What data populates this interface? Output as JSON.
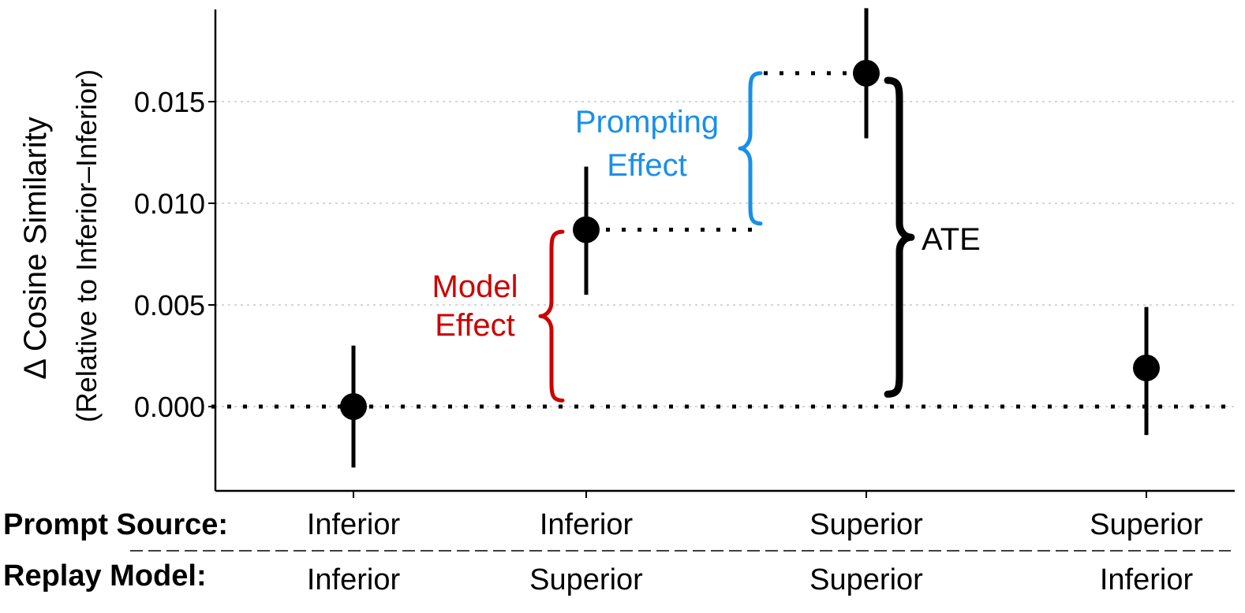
{
  "chart_data": {
    "type": "scatter",
    "ylabel": "Δ Cosine Similarity",
    "ylabel_sub": "(Relative to Inferior–Inferior)",
    "ylim": [
      -0.0041,
      0.0194
    ],
    "yticks": [
      0,
      0.005,
      0.01,
      0.015
    ],
    "ytick_labels": [
      "0.000",
      "0.005",
      "0.010",
      "0.015"
    ],
    "grid": "horizontal dotted",
    "row_labels": {
      "prompt_source": "Prompt Source:",
      "replay_model": "Replay Model:"
    },
    "points": [
      {
        "prompt_source": "Inferior",
        "replay_model": "Inferior",
        "y": 0.0,
        "ci_low": -0.003,
        "ci_high": 0.003
      },
      {
        "prompt_source": "Inferior",
        "replay_model": "Superior",
        "y": 0.0087,
        "ci_low": 0.0055,
        "ci_high": 0.0118
      },
      {
        "prompt_source": "Superior",
        "replay_model": "Superior",
        "y": 0.0164,
        "ci_low": 0.0132,
        "ci_high": 0.0196
      },
      {
        "prompt_source": "Superior",
        "replay_model": "Inferior",
        "y": 0.0019,
        "ci_low": -0.0014,
        "ci_high": 0.0049
      }
    ],
    "annotations": [
      {
        "label_lines": [
          "Model",
          "Effect"
        ],
        "color": "#cc0000",
        "from": 0.0003,
        "to": 0.0086
      },
      {
        "label_lines": [
          "Prompting",
          "Effect"
        ],
        "color": "#1a8fe8",
        "from": 0.009,
        "to": 0.0164
      },
      {
        "label_lines": [
          "ATE"
        ],
        "color": "#000000",
        "from": 0.0003,
        "to": 0.0162
      }
    ]
  }
}
